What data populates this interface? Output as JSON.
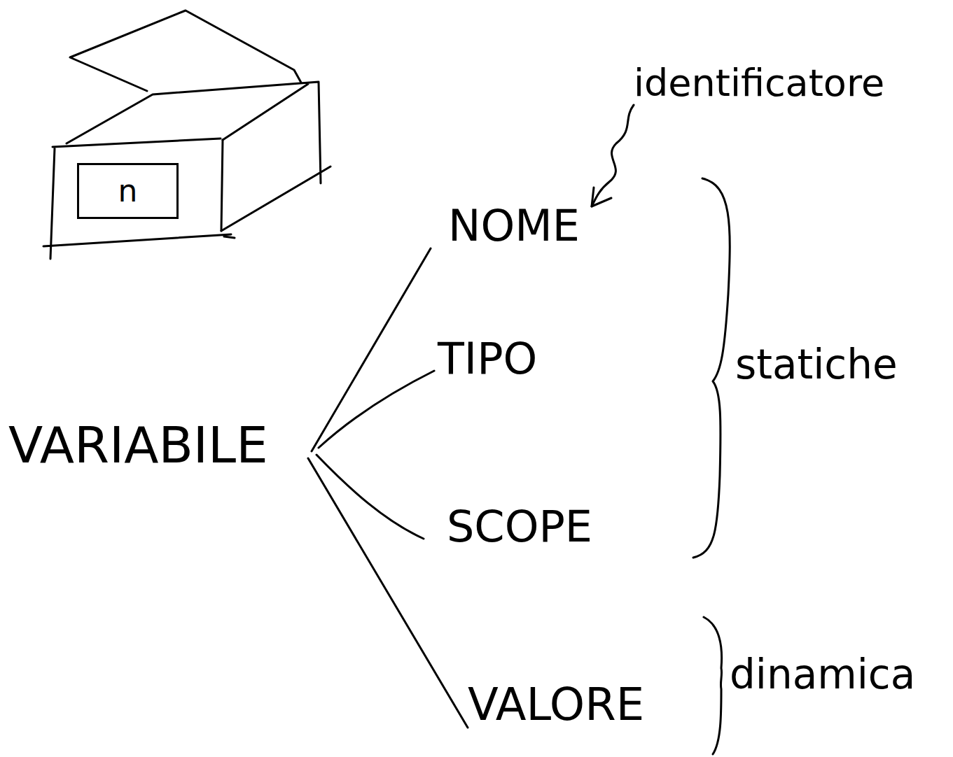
{
  "diagram": {
    "nodes": [
      {
        "text": [
          "n"
        ]
      }
    ],
    "labels": [
      "identificatore",
      "NOME",
      "TIPO",
      "SCOPE",
      "VALORE",
      "statiche",
      "VARIABILE",
      "dinamica"
    ]
  }
}
